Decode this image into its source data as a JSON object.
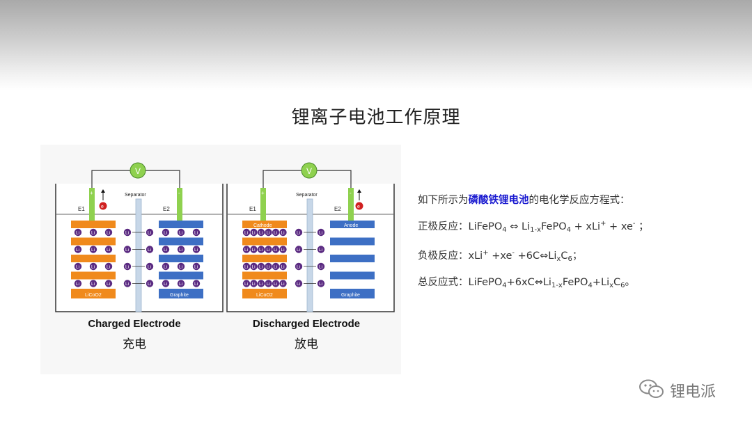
{
  "slide": {
    "title": "锂离子电池工作原理"
  },
  "diagram": {
    "left_panel": {
      "caption_en": "Charged Electrode",
      "caption_cn": "充电",
      "labels": {
        "separator": "Separator",
        "e1": "E1",
        "e2": "E2",
        "voltmeter": "V",
        "electron": "e",
        "plus": "+",
        "minus": "-",
        "cathode_label": "LiCoO2",
        "anode_label": "Graphite",
        "ion": "Li"
      }
    },
    "right_panel": {
      "caption_en": "Discharged Electrode",
      "caption_cn": "放电",
      "labels": {
        "separator": "Separator",
        "e1": "E1",
        "e2": "E2",
        "voltmeter": "V",
        "electron": "e",
        "plus": "+",
        "minus": "-",
        "cathode_top": "Cathode",
        "cathode_label": "LiCoO2",
        "anode_top": "Anode",
        "anode_label": "Graphite",
        "ion": "Li"
      }
    },
    "colors": {
      "cathode": "#f08a1c",
      "anode": "#3d6fc4",
      "separator": "#c7d7e8",
      "electrode_rod": "#8fd14f",
      "ion": "#5b2b82",
      "electron": "#d02020",
      "voltmeter": "#8fd14f"
    }
  },
  "equations": {
    "intro_prefix": "如下所示为",
    "intro_highlight": "磷酸铁锂电池",
    "intro_suffix": "的电化学反应方程式：",
    "positive": {
      "label": "正极反应：",
      "a": "LiFePO",
      "a_sub": "4",
      "arrow": " ⇔ ",
      "b": "Li",
      "b_sub": "1-x",
      "c": "FePO",
      "c_sub": "4",
      "d": " + xLi",
      "d_sup": "+",
      "e": " + xe",
      "e_sup": "-",
      "end": " ；"
    },
    "negative": {
      "label": "负极反应：",
      "a": "xLi",
      "a_sup": "+",
      "b": " +xe",
      "b_sup": "-",
      "c": " +6C⇔Li",
      "c_sub": "x",
      "d": "C",
      "d_sub": "6",
      "end": "；"
    },
    "total": {
      "label": "总反应式：",
      "a": "LiFePO",
      "a_sub": "4",
      "b": "+6xC⇔Li",
      "b_sub": "1-x",
      "c": "FePO",
      "c_sub": "4",
      "d": "+Li",
      "d_sub": "x",
      "e": "C",
      "e_sub": "6",
      "end": "。"
    }
  },
  "brand": {
    "icon": "wechat-icon",
    "name": "锂电派"
  }
}
